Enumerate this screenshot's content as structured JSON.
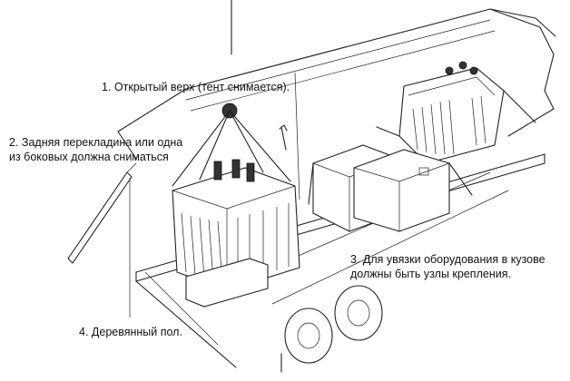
{
  "labels": {
    "l1": "1. Открытый верх (тент снимается).",
    "l2_line1": "2. Задняя перекладина или одна",
    "l2_line2": "из боковых должна сниматься",
    "l3_line1": "3. Для увязки оборудования в кузове",
    "l3_line2": "должны быть узлы крепления.",
    "l4": "4. Деревянный пол."
  }
}
